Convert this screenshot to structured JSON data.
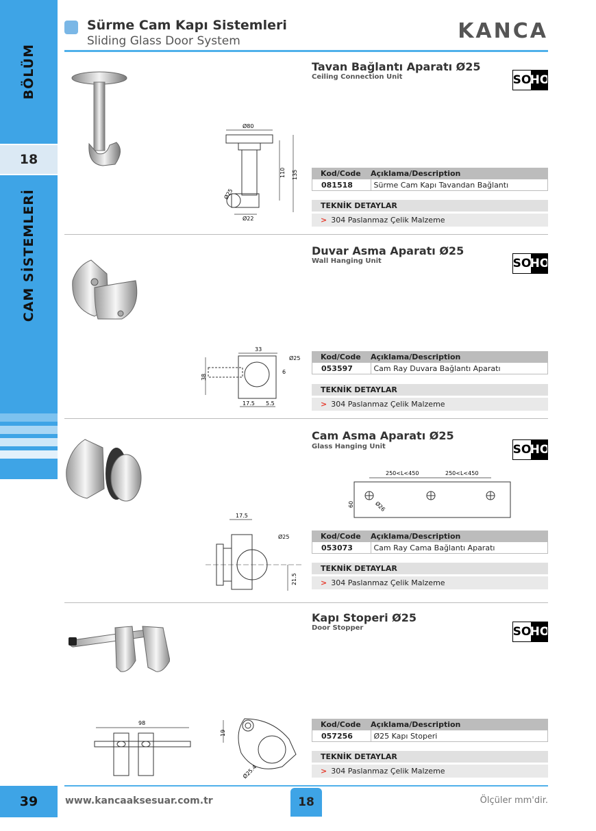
{
  "header": {
    "title": "Sürme Cam Kapı Sistemleri",
    "subtitle": "Sliding Glass Door System",
    "brand": "KANCA"
  },
  "sidebar": {
    "section_label": "BÖLÜM",
    "section_number": "18",
    "category_label": "CAM SİSTEMLERİ"
  },
  "table_headers": {
    "code": "Kod/Code",
    "description": "Açıklama/Description",
    "technical": "TEKNİK DETAYLAR"
  },
  "badge": {
    "left": "SO",
    "right": "HO"
  },
  "products": [
    {
      "title": "Tavan Bağlantı Aparatı Ø25",
      "subtitle": "Ceiling Connection Unit",
      "code": "081518",
      "description": "Sürme Cam Kapı Tavandan Bağlantı",
      "detail": "304 Paslanmaz Çelik Malzeme",
      "dims": {
        "d1": "Ø80",
        "h1": "110",
        "h2": "135",
        "d2": "Ø25",
        "d3": "Ø22"
      }
    },
    {
      "title": "Duvar Asma Aparatı Ø25",
      "subtitle": "Wall Hanging Unit",
      "code": "053597",
      "description": "Cam Ray Duvara Bağlantı Aparatı",
      "detail": "304 Paslanmaz Çelik Malzeme",
      "dims": {
        "w": "33",
        "d": "Ø25",
        "h": "38",
        "s": "6",
        "b1": "17.5",
        "b2": "5.5"
      }
    },
    {
      "title": "Cam Asma Aparatı Ø25",
      "subtitle": "Glass Hanging Unit",
      "code": "053073",
      "description": "Cam Ray Cama Bağlantı Aparatı",
      "detail": "304 Paslanmaz Çelik Malzeme",
      "dims": {
        "l1": "250<L<450",
        "l2": "250<L<450",
        "h": "60",
        "d": "Ø26",
        "w": "17.5",
        "d2": "Ø25",
        "h2": "21.5"
      }
    },
    {
      "title": "Kapı Stoperi Ø25",
      "subtitle": "Door Stopper",
      "code": "057256",
      "description": "Ø25 Kapı Stoperi",
      "detail": "304 Paslanmaz Çelik Malzeme",
      "dims": {
        "w": "98",
        "h": "19",
        "d": "Ø25.4"
      }
    }
  ],
  "footer": {
    "page_number": "39",
    "url": "www.kancaaksesuar.com.tr",
    "section": "18",
    "note": "Ölçüler mm'dir."
  }
}
